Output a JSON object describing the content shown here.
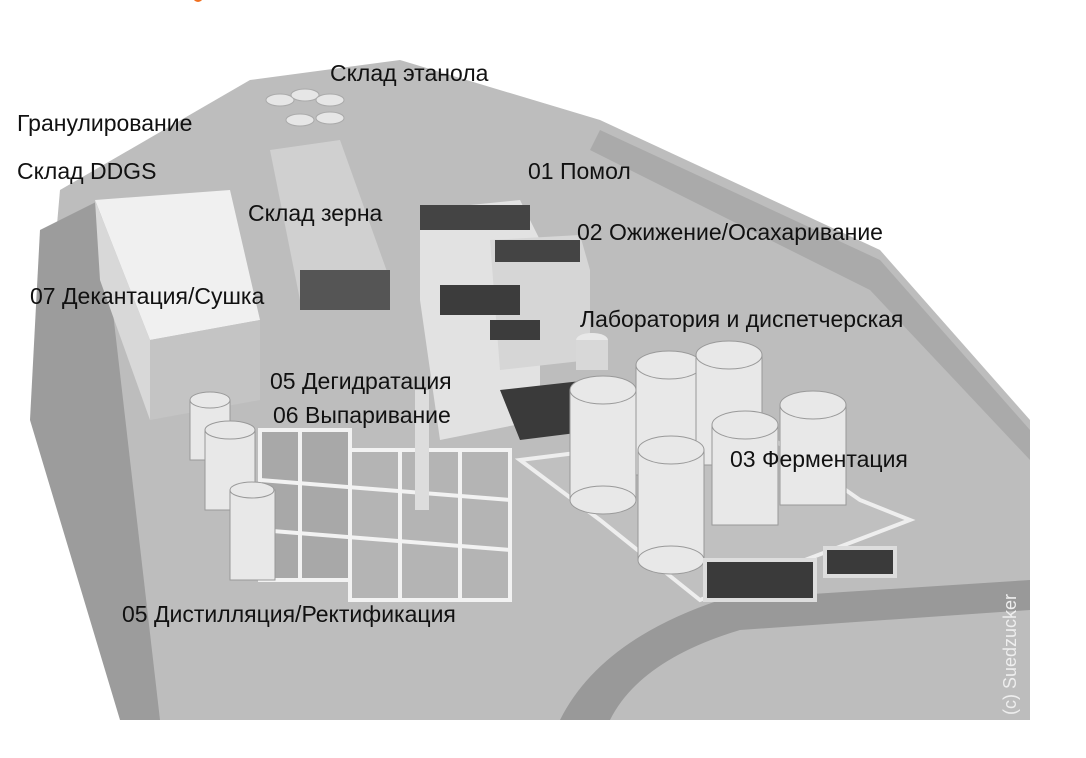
{
  "labels": {
    "ethanol_storage": "Склад этанола",
    "granulation": "Гранулирование",
    "ddgs_storage": "Склад DDGS",
    "grain_storage": "Склад зерна",
    "milling": "01 Помол",
    "liquefaction": "02 Ожижение/Осахаривание",
    "decanting": "07 Декантация/Сушка",
    "lab": "Лаборатория и диспетчерская",
    "dehydration": "05 Дегидратация",
    "evaporation": "06 Выпаривание",
    "fermentation": "03 Ферментация",
    "distillation": "05 Дистилляция/Ректификация"
  },
  "watermark": "(c) Suedzucker",
  "colors": {
    "accent": "#f07020",
    "ground": "#c8c8c8",
    "road": "#a8a8a8"
  }
}
